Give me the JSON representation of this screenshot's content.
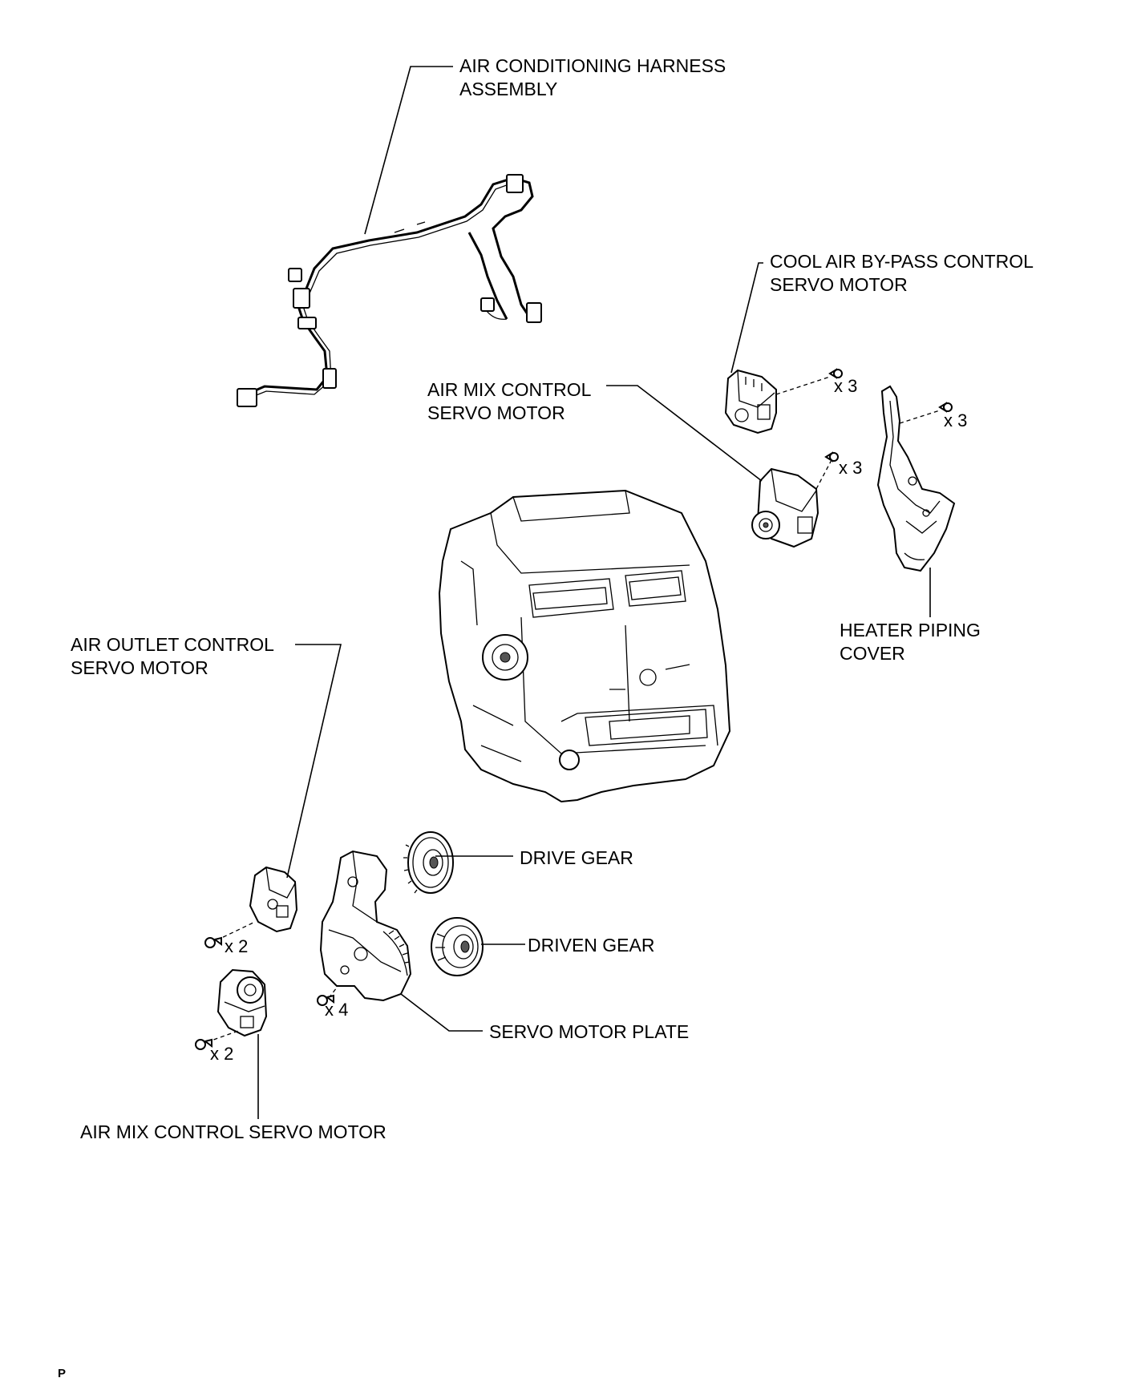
{
  "labels": {
    "harness": [
      "AIR CONDITIONING HARNESS",
      "ASSEMBLY"
    ],
    "cool_air_bypass": [
      "COOL AIR BY-PASS CONTROL",
      "SERVO MOTOR"
    ],
    "air_mix_upper": [
      "AIR MIX CONTROL",
      "SERVO MOTOR"
    ],
    "heater_piping_cover": [
      "HEATER PIPING",
      "COVER"
    ],
    "air_outlet": [
      "AIR OUTLET CONTROL",
      "SERVO MOTOR"
    ],
    "drive_gear": "DRIVE GEAR",
    "driven_gear": "DRIVEN GEAR",
    "servo_motor_plate": "SERVO MOTOR PLATE",
    "air_mix_lower": "AIR MIX CONTROL SERVO MOTOR"
  },
  "quantities": {
    "bypass_screws": "x 3",
    "cover_screws": "x 3",
    "airmix_upper_screws": "x 3",
    "outlet_screws": "x 2",
    "plate_screws": "x 4",
    "airmix_lower_screws": "x 2"
  },
  "corner_mark": "P"
}
